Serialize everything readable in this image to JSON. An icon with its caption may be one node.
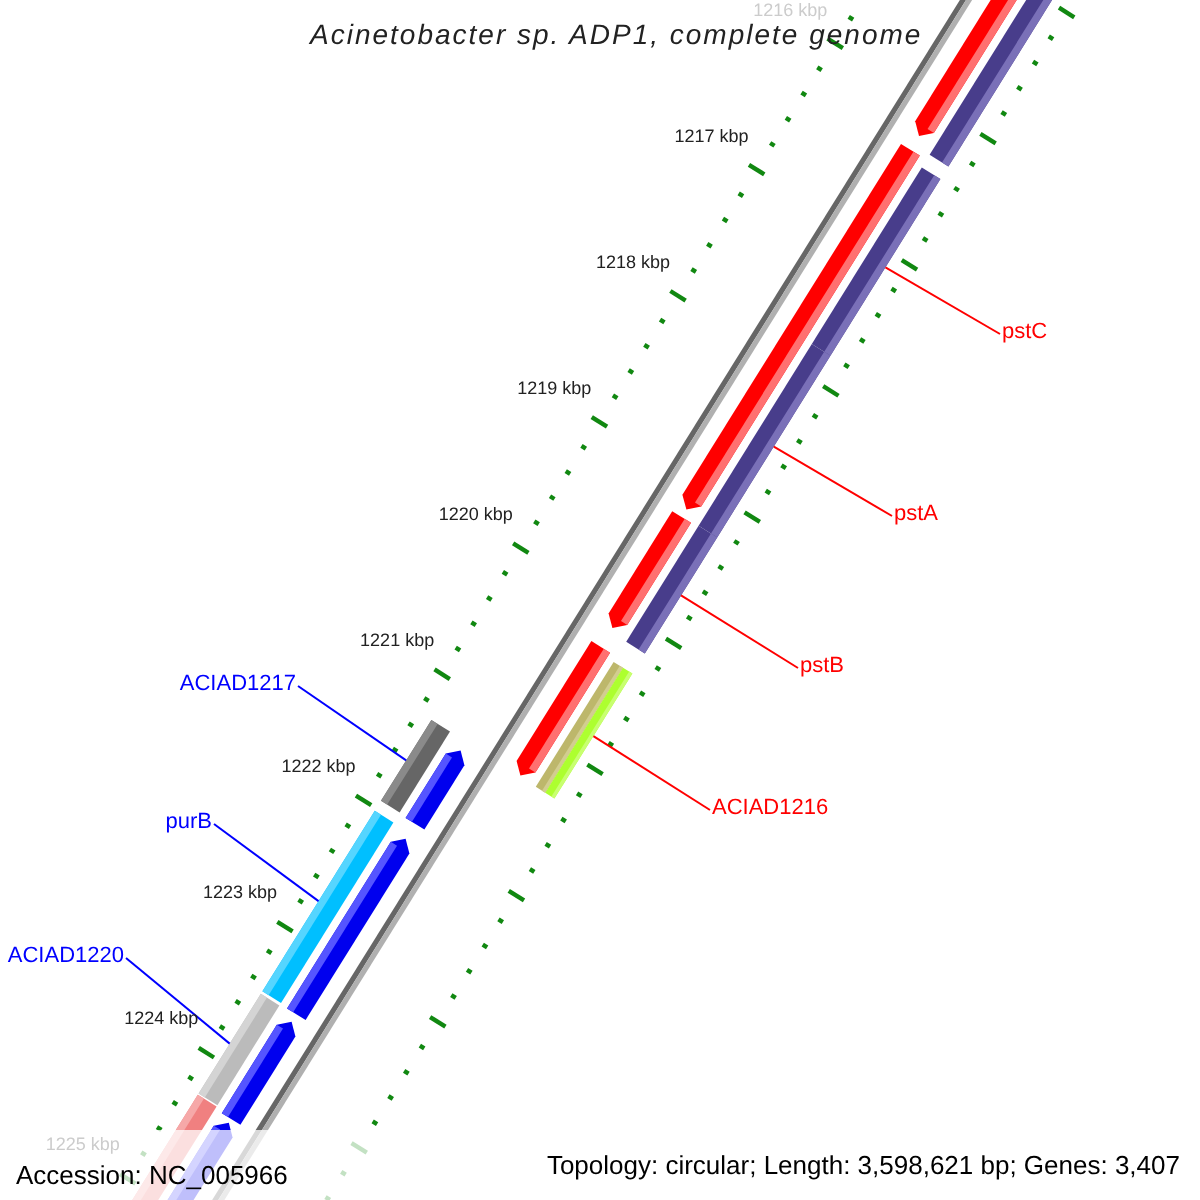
{
  "diagram": {
    "title": "Acinetobacter sp. ADP1, complete genome",
    "nodes": [
      {
        "text": [
          "pstC"
        ]
      },
      {
        "text": [
          "pstA"
        ]
      },
      {
        "text": [
          "pstB"
        ]
      },
      {
        "text": [
          "ACIAD1217"
        ]
      },
      {
        "text": [
          "ACIAD1216"
        ]
      },
      {
        "text": [
          "purB"
        ]
      },
      {
        "text": [
          "ACIAD1220"
        ]
      },
      {
        "text": [],
        "shape": "bar"
      },
      {
        "text": [],
        "shape": "bar"
      },
      {
        "text": [],
        "shape": "bar"
      },
      {
        "text": [],
        "shape": "bar"
      },
      {
        "text": [],
        "shape": "bar"
      },
      {
        "text": [],
        "shape": "bar"
      },
      {
        "text": [],
        "shape": "bar"
      }
    ],
    "edges": [
      {
        "from": 0,
        "to": 7,
        "arrow": "none"
      },
      {
        "from": 1,
        "to": 8,
        "arrow": "none"
      },
      {
        "from": 2,
        "to": 9,
        "arrow": "none"
      },
      {
        "from": 3,
        "to": 11,
        "arrow": "none",
        "color": "#0000ff"
      },
      {
        "from": 4,
        "to": 10,
        "arrow": "none"
      },
      {
        "from": 5,
        "to": 12,
        "arrow": "none",
        "color": "#0000ff"
      },
      {
        "from": 6,
        "to": 13,
        "arrow": "none",
        "color": "#0000ff"
      }
    ],
    "labels": [
      "1216 kbp",
      "1217 kbp",
      "1218 kbp",
      "1219 kbp",
      "1220 kbp",
      "1221 kbp",
      "1222 kbp",
      "1223 kbp",
      "1224 kbp",
      "1225 kbp",
      "Accession: NC_005966",
      "Topology: circular; Length: 3,598,621 bp; Genes: 3,407"
    ]
  }
}
